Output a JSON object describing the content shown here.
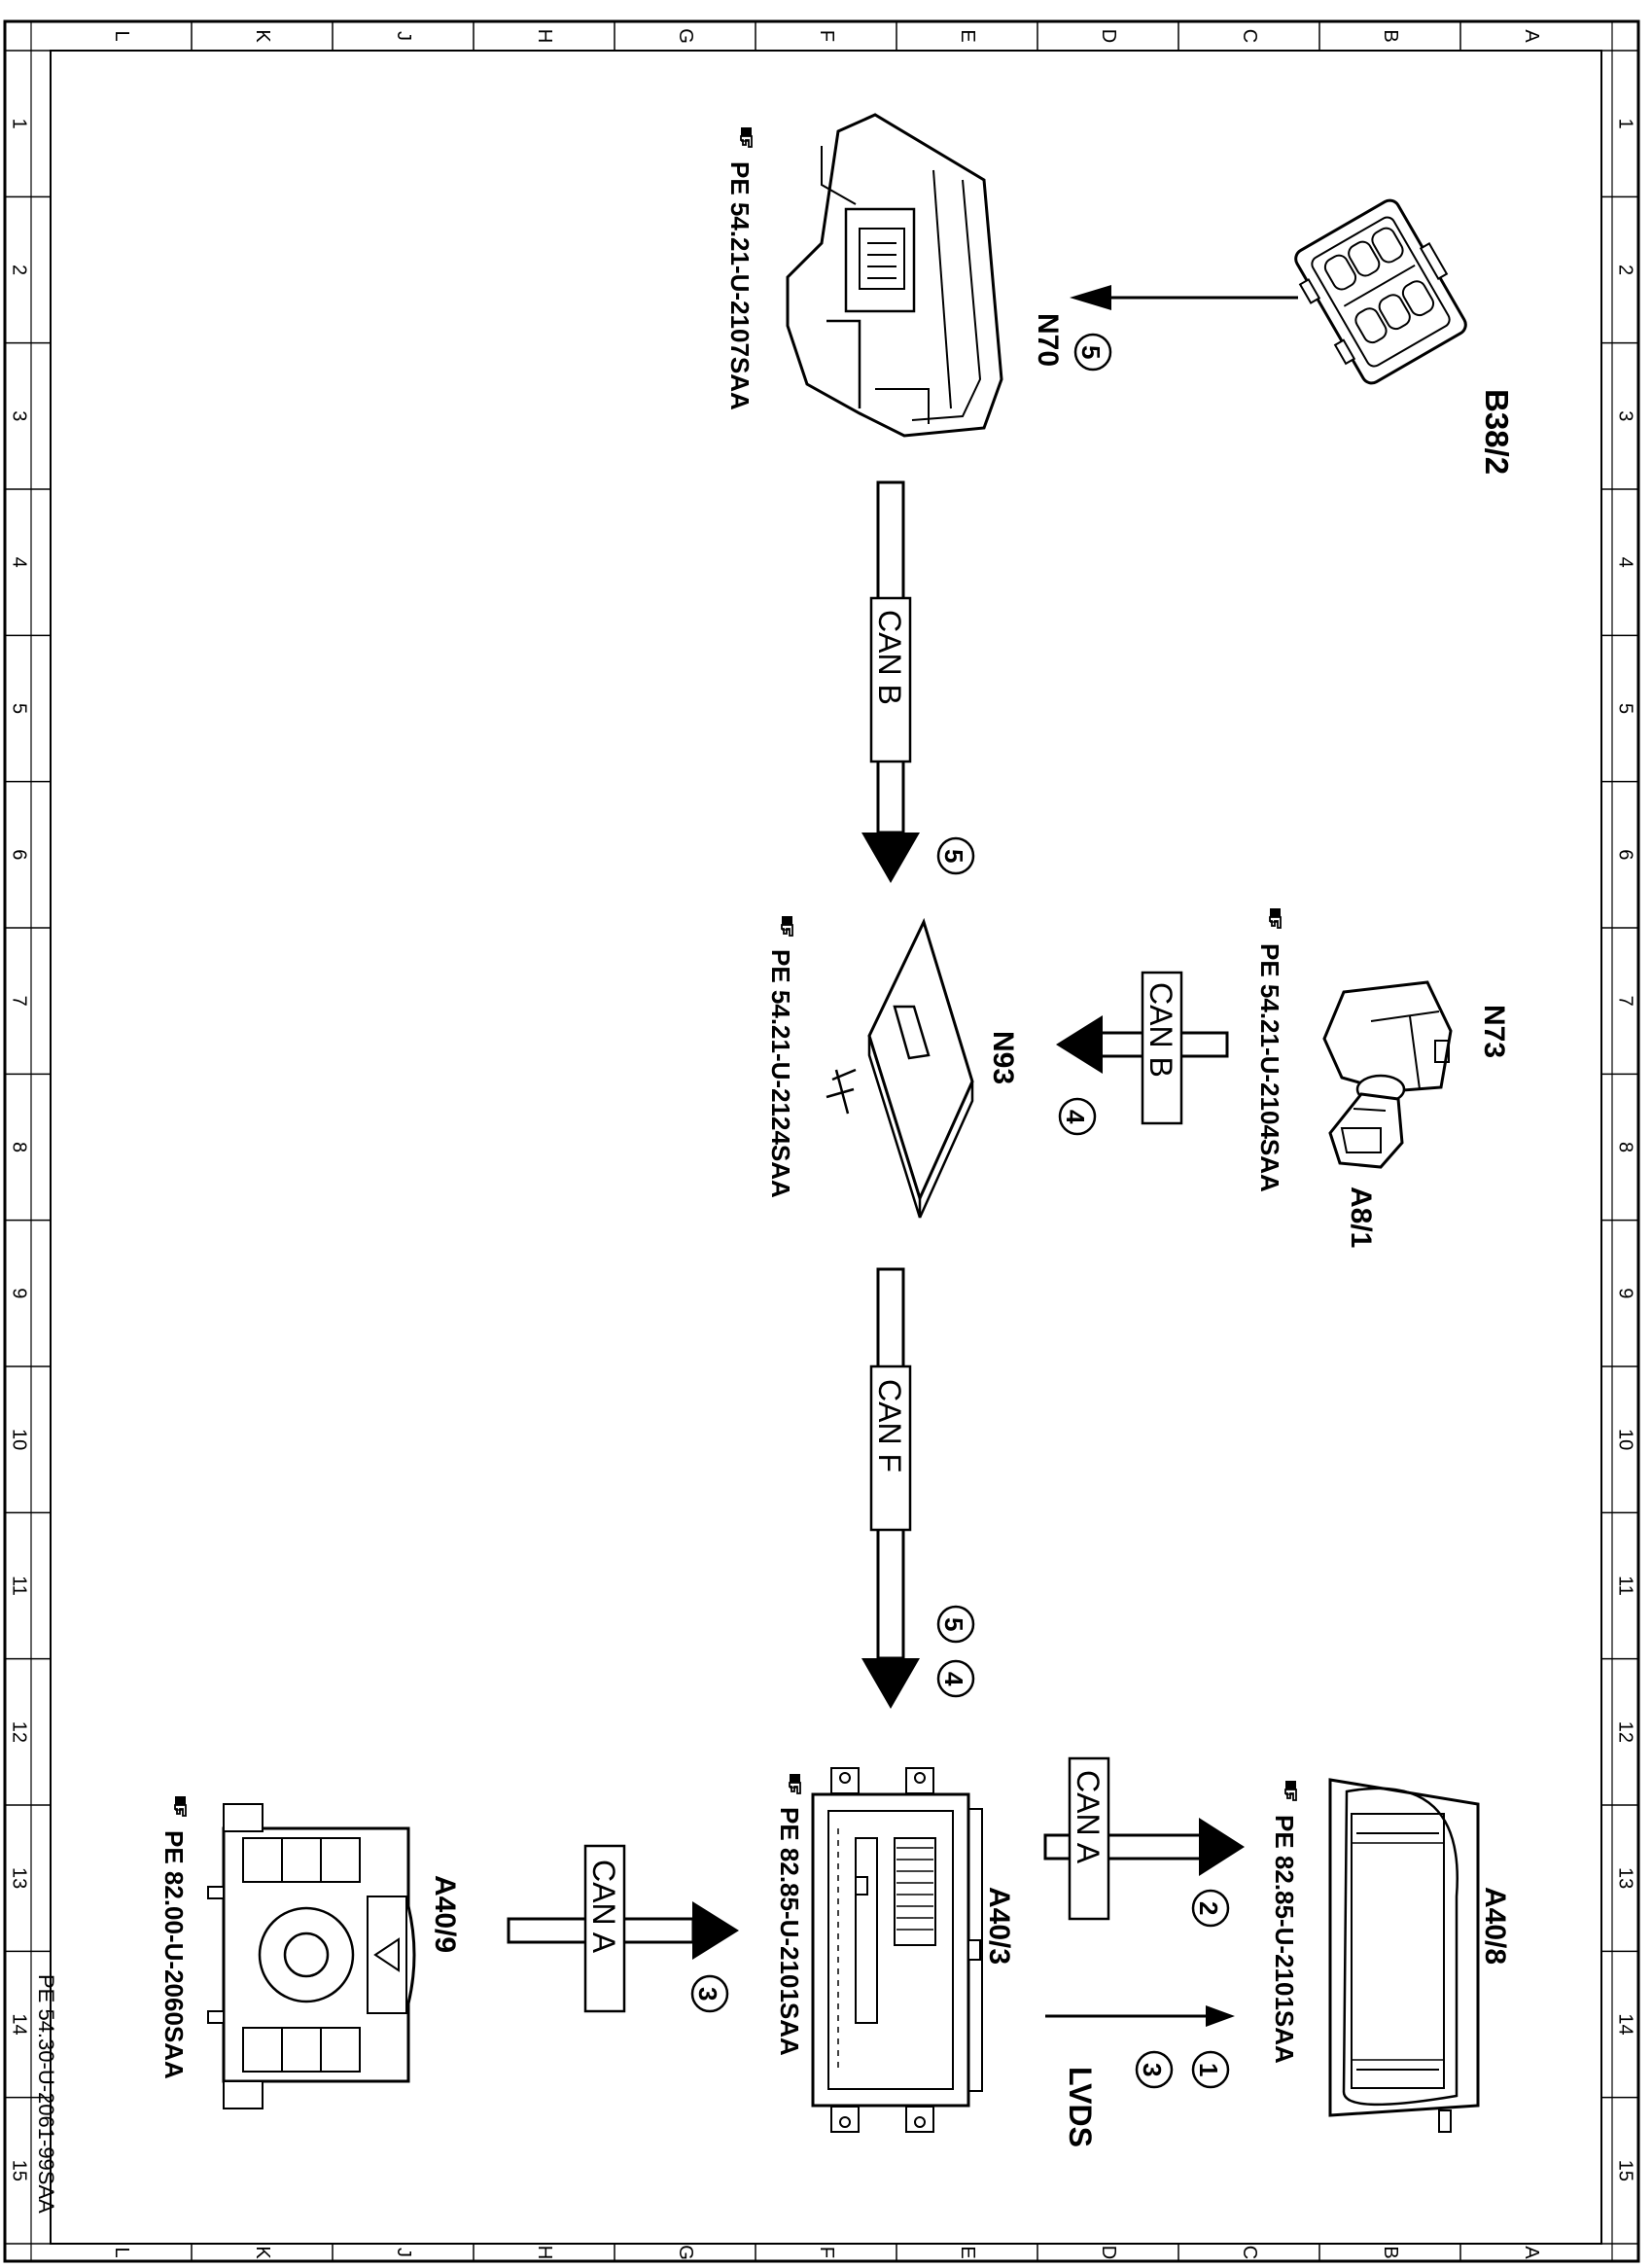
{
  "frame": {
    "column_letters": [
      "L",
      "K",
      "J",
      "H",
      "G",
      "F",
      "E",
      "D",
      "C",
      "B",
      "A"
    ],
    "row_numbers": [
      "1",
      "2",
      "3",
      "4",
      "5",
      "6",
      "7",
      "8",
      "9",
      "10",
      "11",
      "12",
      "13",
      "14",
      "15"
    ]
  },
  "components": {
    "b38_2": {
      "label": "B38/2"
    },
    "n70": {
      "label": "N70",
      "ref": "PE 54.21-U-2107SAA"
    },
    "n73": {
      "label": "N73",
      "ref": "PE 54.21-U-2104SAA"
    },
    "a8_1": {
      "label": "A8/1"
    },
    "n93": {
      "label": "N93",
      "ref": "PE 54.21-U-2124SAA"
    },
    "a40_8": {
      "label": "A40/8",
      "ref": "PE 82.85-U-2101SAA"
    },
    "a40_3": {
      "label": "A40/3",
      "ref": "PE 82.85-U-2101SAA"
    },
    "a40_9": {
      "label": "A40/9",
      "ref": "PE 82.00-U-2060SAA"
    }
  },
  "buses": {
    "can_b_1": "CAN B",
    "can_b_2": "CAN B",
    "can_f": "CAN F",
    "can_a_1": "CAN A",
    "can_a_2": "CAN A",
    "lvds": "LVDS"
  },
  "steps": {
    "s_b38_n70": "5",
    "s_n70_n93": "5",
    "s_n73_n93": "4",
    "s_n93_a40_3_a": "5",
    "s_n93_a40_3_b": "4",
    "s_can_a_top": "2",
    "s_lvds_a": "1",
    "s_lvds_b": "3",
    "s_can_a_bottom": "3"
  },
  "footer": {
    "drawing_id": "PE 54.30-U-2061-99SAA"
  }
}
